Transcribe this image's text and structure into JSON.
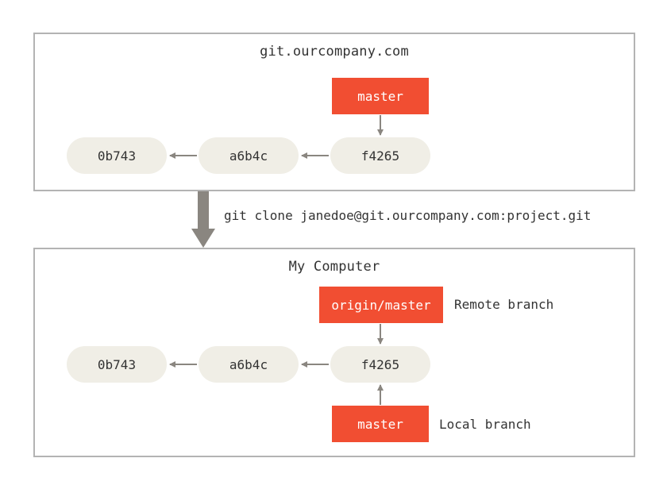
{
  "remote": {
    "title": "git.ourcompany.com",
    "commits": [
      "0b743",
      "a6b4c",
      "f4265"
    ],
    "branch": "master"
  },
  "clone_command": "git clone janedoe@git.ourcompany.com:project.git",
  "local": {
    "title": "My Computer",
    "commits": [
      "0b743",
      "a6b4c",
      "f4265"
    ],
    "remote_ref": "origin/master",
    "remote_ref_label": "Remote branch",
    "local_ref": "master",
    "local_ref_label": "Local branch"
  },
  "colors": {
    "ref_fill": "#f14e32",
    "commit_fill": "#f0eee6",
    "arrow": "#8a8680",
    "border": "#b3b3b3"
  }
}
